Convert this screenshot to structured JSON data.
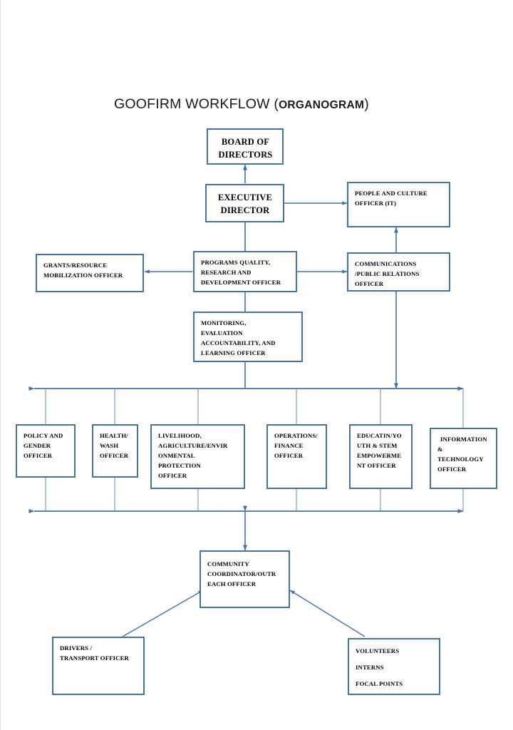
{
  "document": {
    "title_main": "GOOFIRM WORKFLOW (",
    "title_bold": "ORGANOGRAM",
    "title_close": ")",
    "title_full": "GOOFIRM WORKFLOW (ORGANOGRAM)",
    "page_background": "#ffffff",
    "box_border_color": "#4472a8",
    "connector_color": "#4472a8",
    "text_color": "#000000"
  },
  "chart_data": {
    "type": "diagram",
    "diagram_kind": "organizational-chart",
    "title": "GOOFIRM WORKFLOW (ORGANOGRAM)",
    "levels": [
      [
        "BOARD OF DIRECTORS"
      ],
      [
        "EXECUTIVE DIRECTOR",
        "PEOPLE AND CULTURE OFFICER (IT)"
      ],
      [
        "GRANTS/RESOURCE MOBILIZATION OFFICER",
        "PROGRAMS QUALITY, RESEARCH AND DEVELOPMENT OFFICER",
        "COMMUNICATIONS /PUBLIC RELATIONS OFFICER"
      ],
      [
        "MONITORING, EVALUATION ACCOUNTABILITY, AND LEARNING OFFICER"
      ],
      [
        "POLICY AND GENDER OFFICER",
        "HEALTH/ WASH OFFICER",
        "LIVELIHOOD, AGRICULTURE/ENVIRONMENTAL PROTECTION OFFICER",
        "OPERATIONS/ FINANCE OFFICER",
        "EDUCATIN/YOUTH & STEM EMPOWERMENT OFFICER",
        "INFORMATION & TECHNOLOGY OFFICER"
      ],
      [
        "COMMUNITY COORDINATOR/OUTREACH OFFICER"
      ],
      [
        "DRIVERS / TRANSPORT OFFICER",
        "VOLUNTEERS INTERNS FOCAL POINTS"
      ]
    ],
    "edges": [
      {
        "from": "EXECUTIVE DIRECTOR",
        "to": "BOARD OF DIRECTORS",
        "style": "single-arrow-up"
      },
      {
        "from": "EXECUTIVE DIRECTOR",
        "to": "PEOPLE AND CULTURE OFFICER (IT)",
        "style": "double-arrow-horizontal"
      },
      {
        "from": "EXECUTIVE DIRECTOR",
        "to": "PROGRAMS QUALITY, RESEARCH AND DEVELOPMENT OFFICER",
        "style": "plain-line"
      },
      {
        "from": "PROGRAMS QUALITY, RESEARCH AND DEVELOPMENT OFFICER",
        "to": "GRANTS/RESOURCE MOBILIZATION OFFICER",
        "style": "double-arrow-horizontal"
      },
      {
        "from": "PROGRAMS QUALITY, RESEARCH AND DEVELOPMENT OFFICER",
        "to": "COMMUNICATIONS /PUBLIC RELATIONS OFFICER",
        "style": "double-arrow-horizontal"
      },
      {
        "from": "COMMUNICATIONS /PUBLIC RELATIONS OFFICER",
        "to": "PEOPLE AND CULTURE OFFICER (IT)",
        "style": "single-arrow-up"
      },
      {
        "from": "PROGRAMS QUALITY, RESEARCH AND DEVELOPMENT OFFICER",
        "to": "MONITORING, EVALUATION ACCOUNTABILITY, AND LEARNING OFFICER",
        "style": "plain-line"
      },
      {
        "from": "MONITORING, EVALUATION ACCOUNTABILITY, AND LEARNING OFFICER",
        "to": "bus-bar-upper",
        "style": "plain-line"
      },
      {
        "from": "COMMUNICATIONS /PUBLIC RELATIONS OFFICER",
        "to": "bus-bar-upper",
        "style": "single-arrow-down"
      },
      {
        "from": "bus-bar-lower",
        "to": "COMMUNITY COORDINATOR/OUTREACH OFFICER",
        "style": "double-arrow-vertical"
      },
      {
        "from": "DRIVERS / TRANSPORT OFFICER",
        "to": "COMMUNITY COORDINATOR/OUTREACH OFFICER",
        "style": "diagonal-arrow"
      },
      {
        "from": "VOLUNTEERS INTERNS FOCAL POINTS",
        "to": "COMMUNITY COORDINATOR/OUTREACH OFFICER",
        "style": "diagonal-arrow"
      }
    ]
  },
  "nodes": {
    "board": {
      "lines": [
        "BOARD OF",
        "DIRECTORS"
      ]
    },
    "executive_director": {
      "lines": [
        "EXECUTIVE",
        "DIRECTOR"
      ]
    },
    "people_culture": {
      "lines": [
        "PEOPLE AND CULTURE",
        "OFFICER (IT)"
      ]
    },
    "grants": {
      "lines": [
        "GRANTS/RESOURCE",
        "MOBILIZATION OFFICER"
      ]
    },
    "programs": {
      "lines": [
        "PROGRAMS QUALITY,",
        "RESEARCH AND",
        "DEVELOPMENT OFFICER"
      ]
    },
    "communications": {
      "lines": [
        "COMMUNICATIONS",
        "/PUBLIC RELATIONS",
        "OFFICER"
      ]
    },
    "meal": {
      "lines": [
        "MONITORING,",
        "EVALUATION",
        "ACCOUNTABILITY, AND",
        "LEARNING OFFICER"
      ]
    },
    "policy_gender": {
      "lines": [
        "POLICY AND",
        "GENDER",
        "OFFICER"
      ]
    },
    "health_wash": {
      "lines": [
        "HEALTH/",
        "WASH",
        "OFFICER"
      ]
    },
    "livelihood": {
      "lines": [
        "LIVELIHOOD,",
        "AGRICULTURE/ENVIR",
        "ONMENTAL",
        "PROTECTION",
        "OFFICER"
      ]
    },
    "operations_finance": {
      "lines": [
        "OPERATIONS/",
        "FINANCE",
        "OFFICER"
      ]
    },
    "education_youth": {
      "lines": [
        "EDUCATIN/YO",
        "UTH & STEM",
        "EMPOWERME",
        "NT OFFICER"
      ]
    },
    "information_technology": {
      "lines": [
        "INFORMATION",
        "&",
        "TECHNOLOGY",
        "OFFICER"
      ]
    },
    "community_coordinator": {
      "lines": [
        "COMMUNITY",
        "COORDINATOR/OUTR",
        "EACH OFFICER"
      ]
    },
    "drivers": {
      "lines": [
        "DRIVERS /",
        "TRANSPORT OFFICER"
      ]
    },
    "volunteers": {
      "lines": [
        "VOLUNTEERS",
        "INTERNS",
        "FOCAL POINTS"
      ]
    }
  }
}
